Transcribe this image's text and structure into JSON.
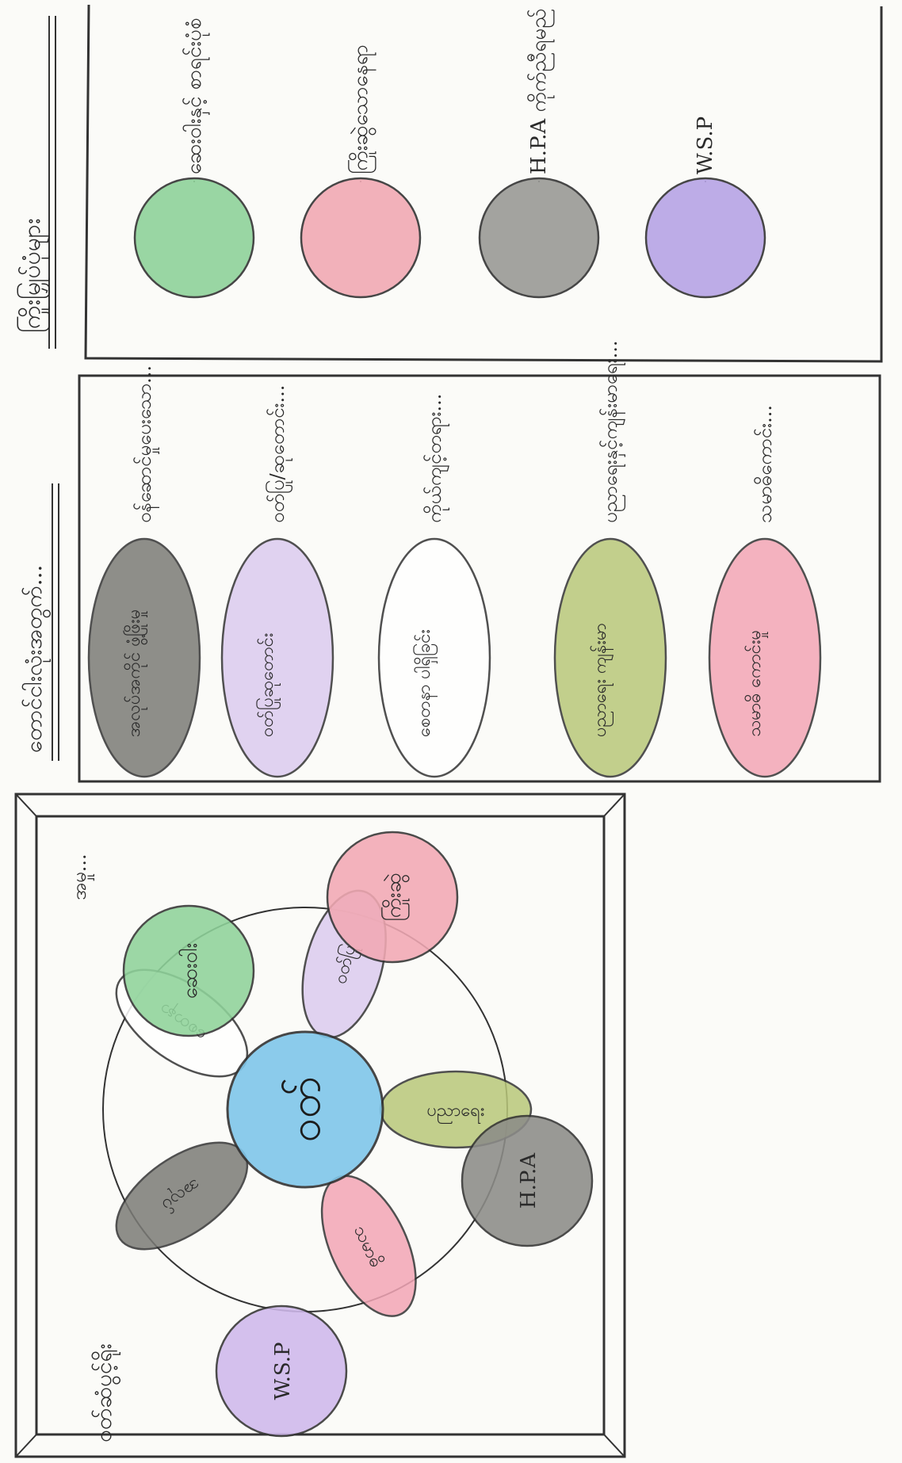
{
  "headings": {
    "side_title_1": "ကြိုးမြှုပ်ပုံများ",
    "side_title_2": "တောင်ငါးလုံးအတွက်...",
    "bottom_title": "ဝတ်ဆံပွင့်ရိုး"
  },
  "center": {
    "label": "ဝတ်",
    "color": "#7fc6ea"
  },
  "top_panel": {
    "items": [
      {
        "label": "ဆေးဝါးနှင့် စာရင်းပုံစံ",
        "color": "#8fd39a"
      },
      {
        "label": "ကြိုးဆွဲသောနေရာ",
        "color": "#f2a9b4"
      },
      {
        "label": "H.P.A ကိုက်ညီရမည်",
        "color": "#9a9a96"
      },
      {
        "label": "W.S.P",
        "color": "#b7a4e6"
      }
    ]
  },
  "middle_panel": {
    "items": [
      {
        "leaf": "အလုပ်အကိုင် ဖွံ့ဖြိုးမှု",
        "text": "ဝန်ဆောင်မှုပေးသော...",
        "color": "#7b7b76"
      },
      {
        "leaf": "ဝတ်ပြုဆုတောင်း",
        "text": "ဝတ်ပြု/ဆုတောင်း...",
        "color": "#dccbef"
      },
      {
        "leaf": "စေတနာ ပါရှိခြင်း",
        "text": "ကိုယ်ကျင့်တရား...",
        "color": "#ffffff"
      },
      {
        "leaf": "ပညာရေး ကျန်းမာ",
        "text": "ပညာရေးနှင့်ကျန်းမာရေး...",
        "color": "#b9c87a"
      },
      {
        "leaf": "သမာဓိ ကောင်းမှု",
        "text": "သမာဓိကောင်း...",
        "color": "#f3a6b6"
      }
    ]
  },
  "bottom_panel": {
    "petals": [
      {
        "label": "ဝတ်ပြု",
        "color": "#dccbef"
      },
      {
        "label": "ပညာရေး",
        "color": "#b9c87a"
      },
      {
        "label": "သမာဓိ",
        "color": "#f3a6b6"
      },
      {
        "label": "အလုပ်",
        "color": "#7b7b76"
      },
      {
        "label": "စေတနာ",
        "color": "#ffffff"
      }
    ],
    "satellites": [
      {
        "label": "ဆေးဝါး",
        "color": "#8fd39a"
      },
      {
        "label": "ကြိုးဆွဲ",
        "color": "#f2a9b4"
      },
      {
        "label": "H.P.A",
        "color": "#8c8c88"
      },
      {
        "label": "W.S.P",
        "color": "#cfb9ec"
      }
    ],
    "corner_note": "အမှု..."
  }
}
